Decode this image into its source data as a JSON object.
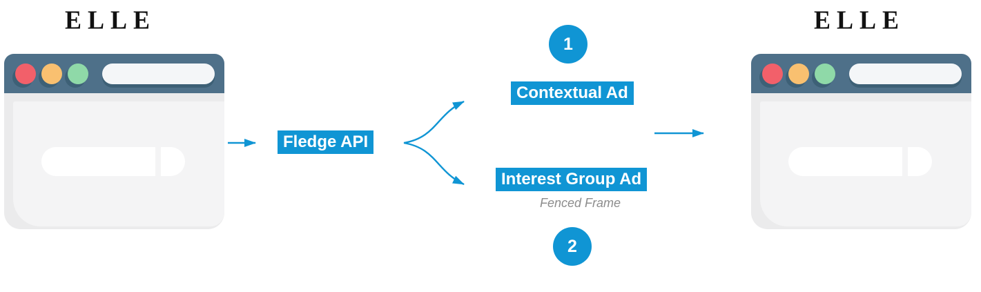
{
  "diagram": {
    "publisher_page": {
      "logo": "ELLE"
    },
    "result_page": {
      "logo": "ELLE"
    },
    "fledge_api_label": "Fledge API",
    "step_1": {
      "badge": "1",
      "label": "Contextual Ad"
    },
    "step_2": {
      "badge": "2",
      "label": "Interest Group Ad",
      "caption": "Fenced Frame"
    }
  },
  "colors": {
    "accent_blue": "#1095d4",
    "browser_bar_slate": "#4e7089",
    "browser_shadow_slate": "#3d6076",
    "dot_red": "#f2606a",
    "dot_orange": "#f9c070",
    "dot_green": "#8fd9a8",
    "browser_body_outer": "#ebebec",
    "browser_body_inner": "#f4f4f5",
    "address_bar_fill": "#f4f6f8",
    "caption_gray": "#8c8c8c",
    "logo_black": "#111111"
  }
}
